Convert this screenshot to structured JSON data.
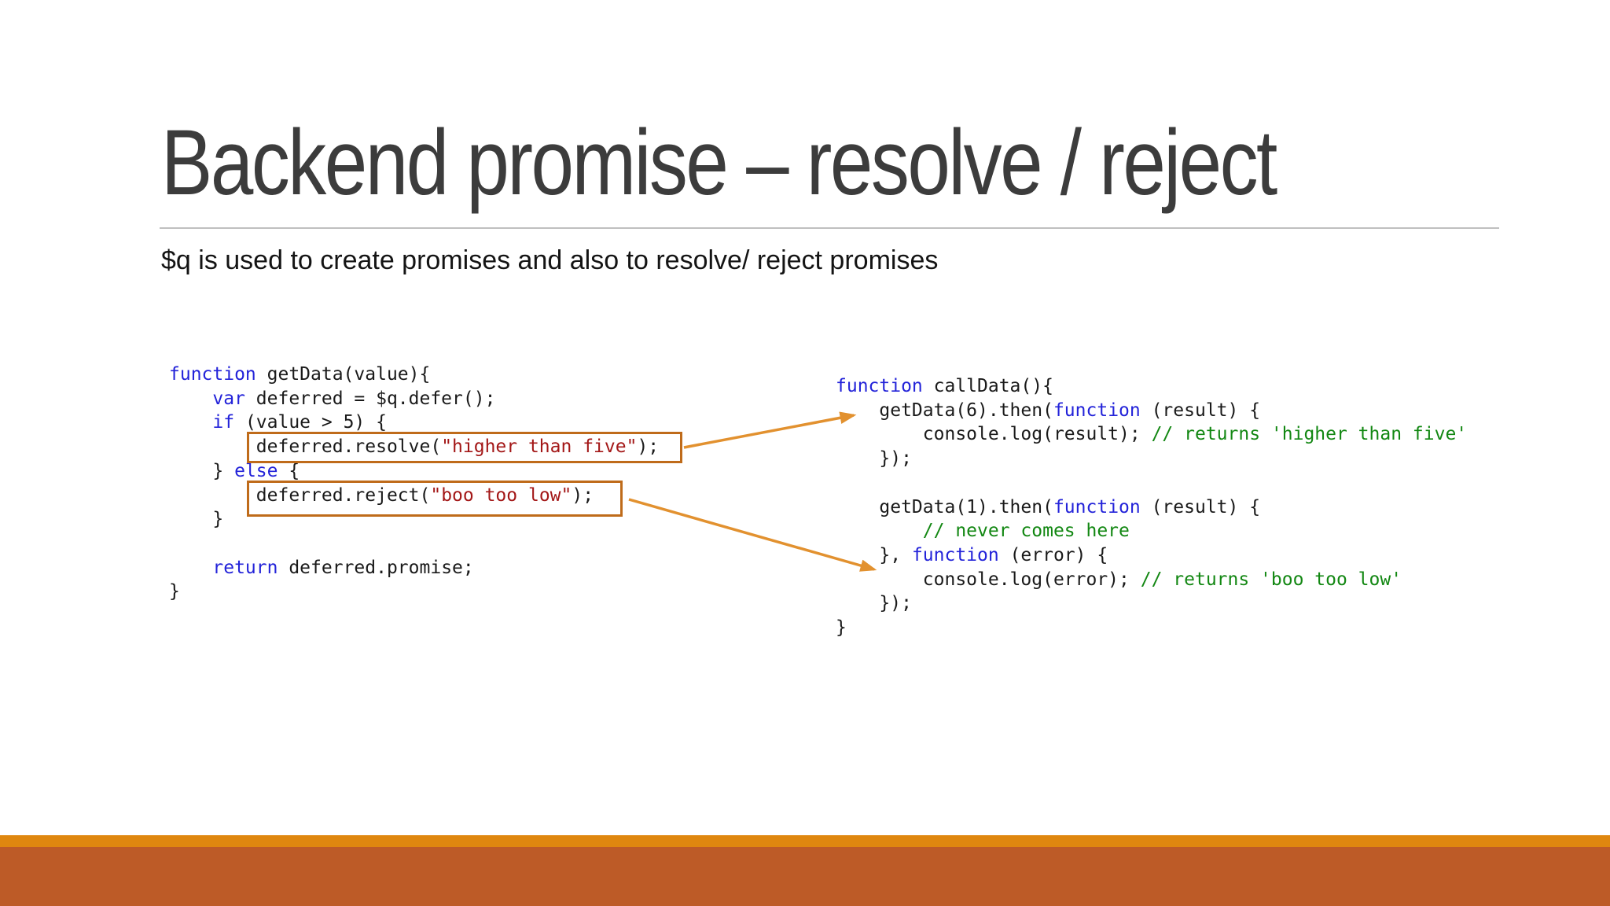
{
  "slide": {
    "title": "Backend promise – resolve / reject",
    "subtitle": "$q is used to create promises and also to resolve/ reject promises"
  },
  "colors": {
    "background": "#ffffff",
    "title_text": "#3c3c3c",
    "subtitle_text": "#141414",
    "divider": "#bfbfbf",
    "code_text": "#1a1a1a",
    "keyword": "#2323d9",
    "string": "#a31717",
    "comment": "#128712",
    "highlight_box": "#bf6b1a",
    "arrow": "#e2912f",
    "footer_stripe": "#df870f",
    "footer_bar": "#bd5b27"
  },
  "code_left": {
    "description": "getData function definition",
    "lines": [
      [
        {
          "c": "k",
          "t": "function"
        },
        {
          "c": "p",
          "t": " getData(value){"
        }
      ],
      [
        {
          "c": "p",
          "t": "    "
        },
        {
          "c": "k",
          "t": "var"
        },
        {
          "c": "p",
          "t": " deferred = $q.defer();"
        }
      ],
      [
        {
          "c": "p",
          "t": "    "
        },
        {
          "c": "k",
          "t": "if"
        },
        {
          "c": "p",
          "t": " (value > 5) {"
        }
      ],
      [
        {
          "c": "p",
          "t": "        deferred.resolve("
        },
        {
          "c": "s",
          "t": "\"higher than five\""
        },
        {
          "c": "p",
          "t": ");"
        }
      ],
      [
        {
          "c": "p",
          "t": "    } "
        },
        {
          "c": "k",
          "t": "else"
        },
        {
          "c": "p",
          "t": " {"
        }
      ],
      [
        {
          "c": "p",
          "t": "        deferred.reject("
        },
        {
          "c": "s",
          "t": "\"boo too low\""
        },
        {
          "c": "p",
          "t": ");"
        }
      ],
      [
        {
          "c": "p",
          "t": "    }"
        }
      ],
      [],
      [
        {
          "c": "p",
          "t": "    "
        },
        {
          "c": "k",
          "t": "return"
        },
        {
          "c": "p",
          "t": " deferred.promise;"
        }
      ],
      [
        {
          "c": "p",
          "t": "}"
        }
      ]
    ]
  },
  "code_right": {
    "description": "callData function calling getData",
    "lines": [
      [
        {
          "c": "k",
          "t": "function"
        },
        {
          "c": "p",
          "t": " callData(){"
        }
      ],
      [
        {
          "c": "p",
          "t": "    getData(6).then("
        },
        {
          "c": "k",
          "t": "function"
        },
        {
          "c": "p",
          "t": " (result) {"
        }
      ],
      [
        {
          "c": "p",
          "t": "        console.log(result); "
        },
        {
          "c": "c",
          "t": "// returns 'higher than five'"
        }
      ],
      [
        {
          "c": "p",
          "t": "    });"
        }
      ],
      [],
      [
        {
          "c": "p",
          "t": "    getData(1).then("
        },
        {
          "c": "k",
          "t": "function"
        },
        {
          "c": "p",
          "t": " (result) {"
        }
      ],
      [
        {
          "c": "p",
          "t": "        "
        },
        {
          "c": "c",
          "t": "// never comes here"
        }
      ],
      [
        {
          "c": "p",
          "t": "    }, "
        },
        {
          "c": "k",
          "t": "function"
        },
        {
          "c": "p",
          "t": " (error) {"
        }
      ],
      [
        {
          "c": "p",
          "t": "        console.log(error); "
        },
        {
          "c": "c",
          "t": "// returns 'boo too low'"
        }
      ],
      [
        {
          "c": "p",
          "t": "    });"
        }
      ],
      [
        {
          "c": "p",
          "t": "}"
        }
      ]
    ]
  }
}
